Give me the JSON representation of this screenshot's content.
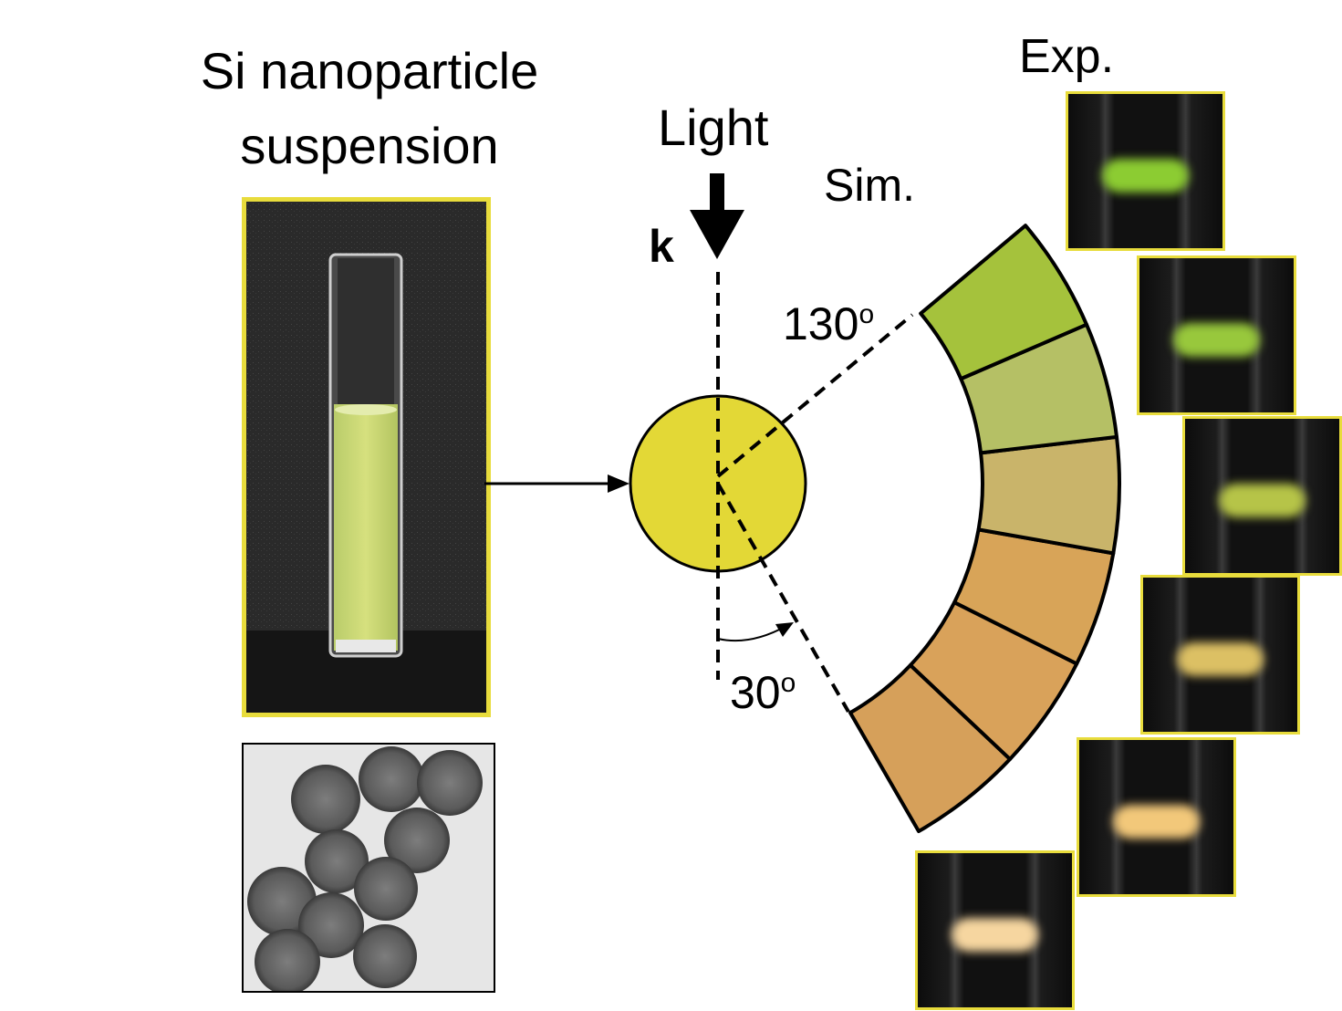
{
  "title": {
    "line1": "Si nanoparticle",
    "line2": "suspension"
  },
  "light": {
    "label": "Light",
    "wavevector": "k"
  },
  "labels": {
    "sim": "Sim.",
    "exp": "Exp."
  },
  "angles": {
    "upper_value": "130",
    "lower_value": "30",
    "degree_mark": "o"
  },
  "colors": {
    "particle": "#e3d836",
    "frame_border": "#e8dc3c",
    "sectors": [
      "#d6a05a",
      "#d9a25a",
      "#d8a458",
      "#c9b46a",
      "#b5c065",
      "#a5c23c"
    ],
    "exp_bands": [
      "#f6d6a0",
      "#f2c87a",
      "#dcc064",
      "#b6c448",
      "#98c83c",
      "#8ccc32"
    ]
  }
}
